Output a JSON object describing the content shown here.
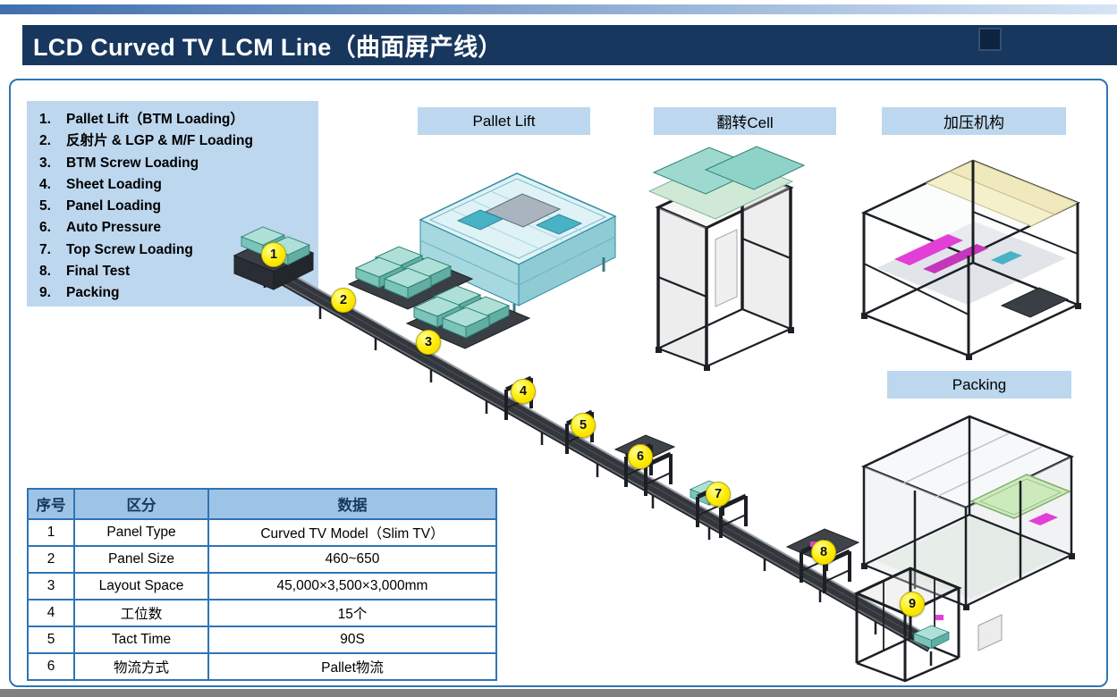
{
  "header": {
    "title": "LCD Curved TV LCM Line（曲面屏产线）"
  },
  "process_list": {
    "items": [
      {
        "num": "1.",
        "label": "Pallet Lift（BTM Loading）"
      },
      {
        "num": "2.",
        "label": "反射片 & LGP & M/F Loading"
      },
      {
        "num": "3.",
        "label": "BTM Screw Loading"
      },
      {
        "num": "4.",
        "label": "Sheet Loading"
      },
      {
        "num": "5.",
        "label": "Panel Loading"
      },
      {
        "num": "6.",
        "label": "Auto Pressure"
      },
      {
        "num": "7.",
        "label": "Top Screw Loading"
      },
      {
        "num": "8.",
        "label": "Final Test"
      },
      {
        "num": "9.",
        "label": "Packing"
      }
    ]
  },
  "callouts": {
    "pallet_lift": "Pallet Lift",
    "flip_cell": "翻转Cell",
    "pressure_unit": "加压机构",
    "packing": "Packing"
  },
  "markers": [
    "1",
    "2",
    "3",
    "4",
    "5",
    "6",
    "7",
    "8",
    "9"
  ],
  "spec_table": {
    "headers": [
      "序号",
      "区分",
      "数据"
    ],
    "rows": [
      [
        "1",
        "Panel Type",
        "Curved TV Model（Slim TV）"
      ],
      [
        "2",
        "Panel Size",
        "460~650"
      ],
      [
        "3",
        "Layout Space",
        "45,000×3,500×3,000mm"
      ],
      [
        "4",
        "工位数",
        "15个"
      ],
      [
        "5",
        "Tact Time",
        "90S"
      ],
      [
        "6",
        "物流方式",
        "Pallet物流"
      ]
    ]
  },
  "colors": {
    "title_bar": "#17375E",
    "accent_strip_start": "#3F6FAE",
    "accent_strip_end": "#D6E4F5",
    "callout_bg": "#BDD7EE",
    "table_header_bg": "#9DC3E6",
    "table_border": "#2E74B5",
    "content_border": "#2E74B5",
    "marker_fill": "#FFEA00"
  }
}
